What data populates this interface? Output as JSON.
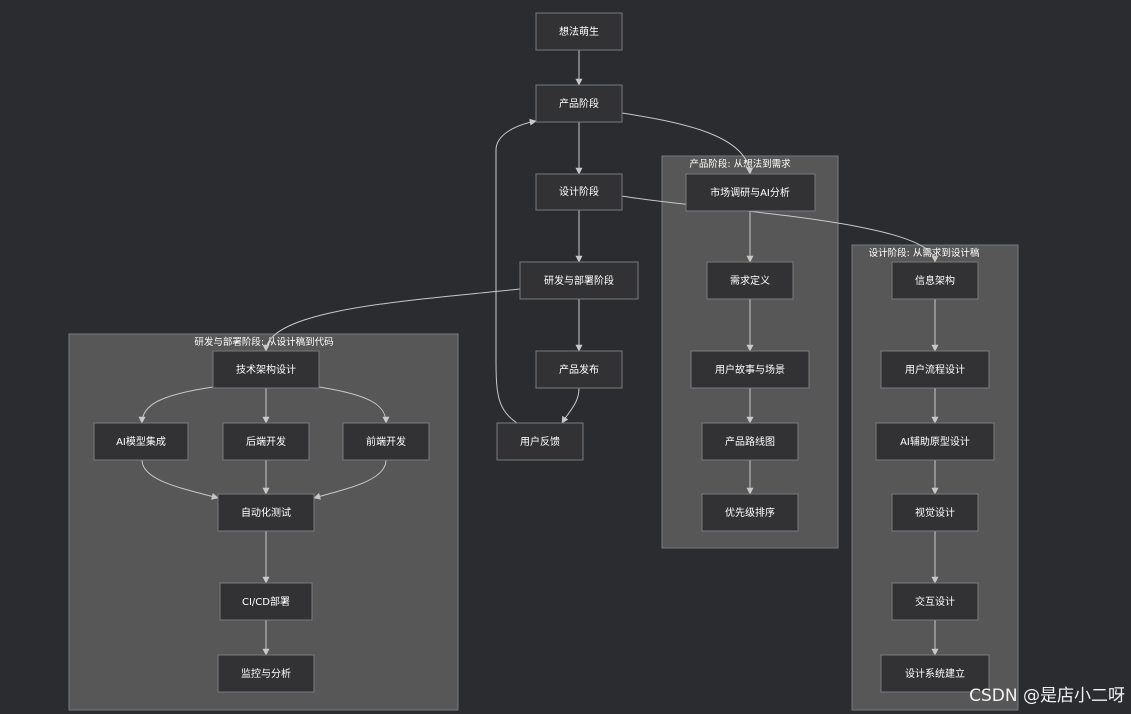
{
  "colors": {
    "background": "#2b2c30",
    "node_fill": "#323234",
    "node_border": "#7a7a7c",
    "cluster_fill": "#575757",
    "edge": "#c8c8c8",
    "text": "#ffffff"
  },
  "clusters": {
    "product": {
      "title": "产品阶段: 从想法到需求"
    },
    "design": {
      "title": "设计阶段: 从需求到设计稿"
    },
    "dev": {
      "title": "研发与部署阶段: 从设计稿到代码"
    }
  },
  "nodes": {
    "idea": "想法萌生",
    "product_stage": "产品阶段",
    "design_stage": "设计阶段",
    "dev_stage": "研发与部署阶段",
    "release": "产品发布",
    "feedback": "用户反馈",
    "market": "市场调研与AI分析",
    "requirement": "需求定义",
    "user_story": "用户故事与场景",
    "roadmap": "产品路线图",
    "priority": "优先级排序",
    "info_arch": "信息架构",
    "user_flow": "用户流程设计",
    "ai_proto": "AI辅助原型设计",
    "visual": "视觉设计",
    "interaction": "交互设计",
    "design_system": "设计系统建立",
    "tech_arch": "技术架构设计",
    "ai_model": "AI模型集成",
    "backend": "后端开发",
    "frontend": "前端开发",
    "auto_test": "自动化测试",
    "cicd": "CI/CD部署",
    "monitor": "监控与分析"
  },
  "edges": [
    [
      "idea",
      "product_stage"
    ],
    [
      "product_stage",
      "design_stage"
    ],
    [
      "design_stage",
      "dev_stage"
    ],
    [
      "dev_stage",
      "release"
    ],
    [
      "release",
      "feedback"
    ],
    [
      "feedback",
      "product_stage"
    ],
    [
      "product_stage",
      "market"
    ],
    [
      "design_stage",
      "info_arch"
    ],
    [
      "dev_stage",
      "tech_arch"
    ],
    [
      "market",
      "requirement"
    ],
    [
      "requirement",
      "user_story"
    ],
    [
      "user_story",
      "roadmap"
    ],
    [
      "roadmap",
      "priority"
    ],
    [
      "info_arch",
      "user_flow"
    ],
    [
      "user_flow",
      "ai_proto"
    ],
    [
      "ai_proto",
      "visual"
    ],
    [
      "visual",
      "interaction"
    ],
    [
      "interaction",
      "design_system"
    ],
    [
      "tech_arch",
      "ai_model"
    ],
    [
      "tech_arch",
      "backend"
    ],
    [
      "tech_arch",
      "frontend"
    ],
    [
      "ai_model",
      "auto_test"
    ],
    [
      "backend",
      "auto_test"
    ],
    [
      "frontend",
      "auto_test"
    ],
    [
      "auto_test",
      "cicd"
    ],
    [
      "cicd",
      "monitor"
    ]
  ],
  "watermark": "CSDN @是店小二呀"
}
